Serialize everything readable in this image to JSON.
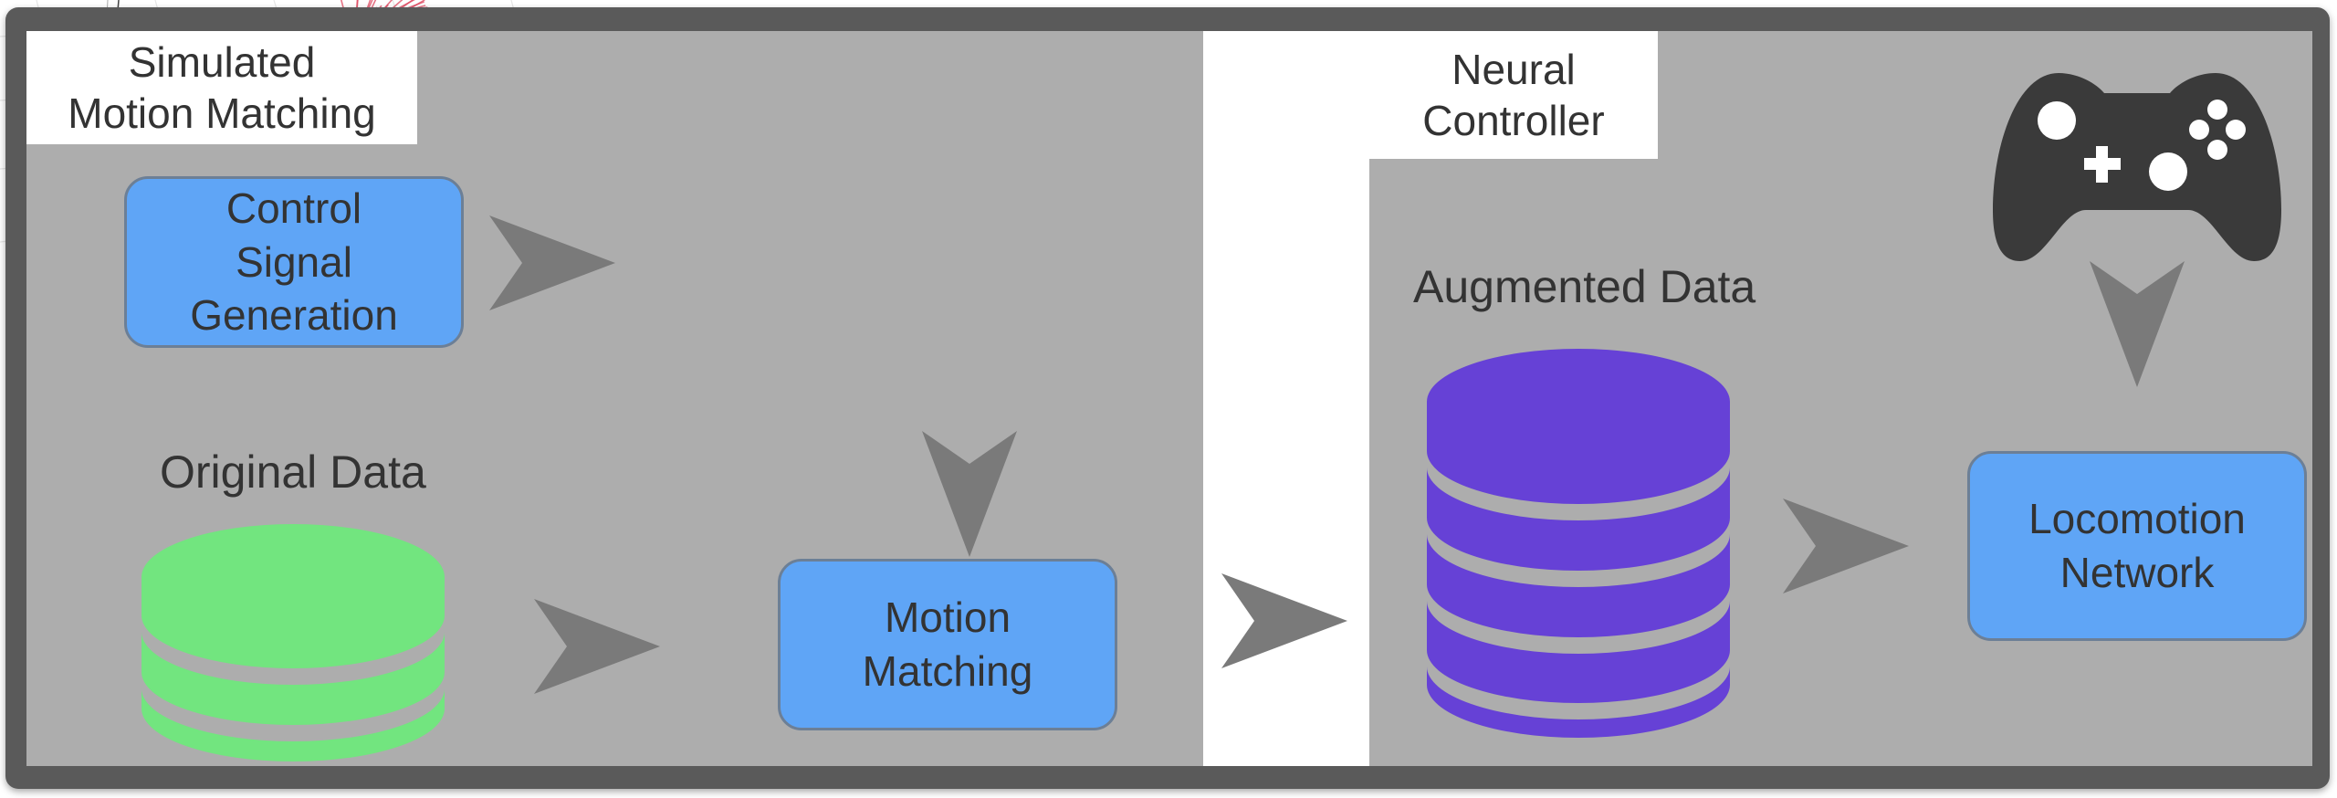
{
  "left_panel": {
    "title_line1": "Simulated",
    "title_line2": "Motion Matching"
  },
  "right_panel": {
    "title_line1": "Neural",
    "title_line2": "Controller"
  },
  "nodes": {
    "control_signal": {
      "line1": "Control",
      "line2": "Signal",
      "line3": "Generation"
    },
    "motion_matching": {
      "line1": "Motion",
      "line2": "Matching"
    },
    "locomotion_network": {
      "line1": "Locomotion",
      "line2": "Network"
    }
  },
  "labels": {
    "original_data": "Original Data",
    "augmented_data": "Augmented Data"
  },
  "icons": {
    "original_database": "database-icon",
    "augmented_database": "database-icon",
    "controller": "gamepad-icon",
    "trajectory_render": "motion-trajectory-image"
  },
  "colors": {
    "panel": "#adadad",
    "frame": "#5a5a5a",
    "box": "#5fa5f6",
    "box_border": "#6c7f96",
    "original_db": "#72e57f",
    "augmented_db": "#6641d6",
    "arrow": "#7a7a7a",
    "gamepad": "#3a3a3a",
    "trajectory": "#e04860",
    "text": "#333333"
  }
}
